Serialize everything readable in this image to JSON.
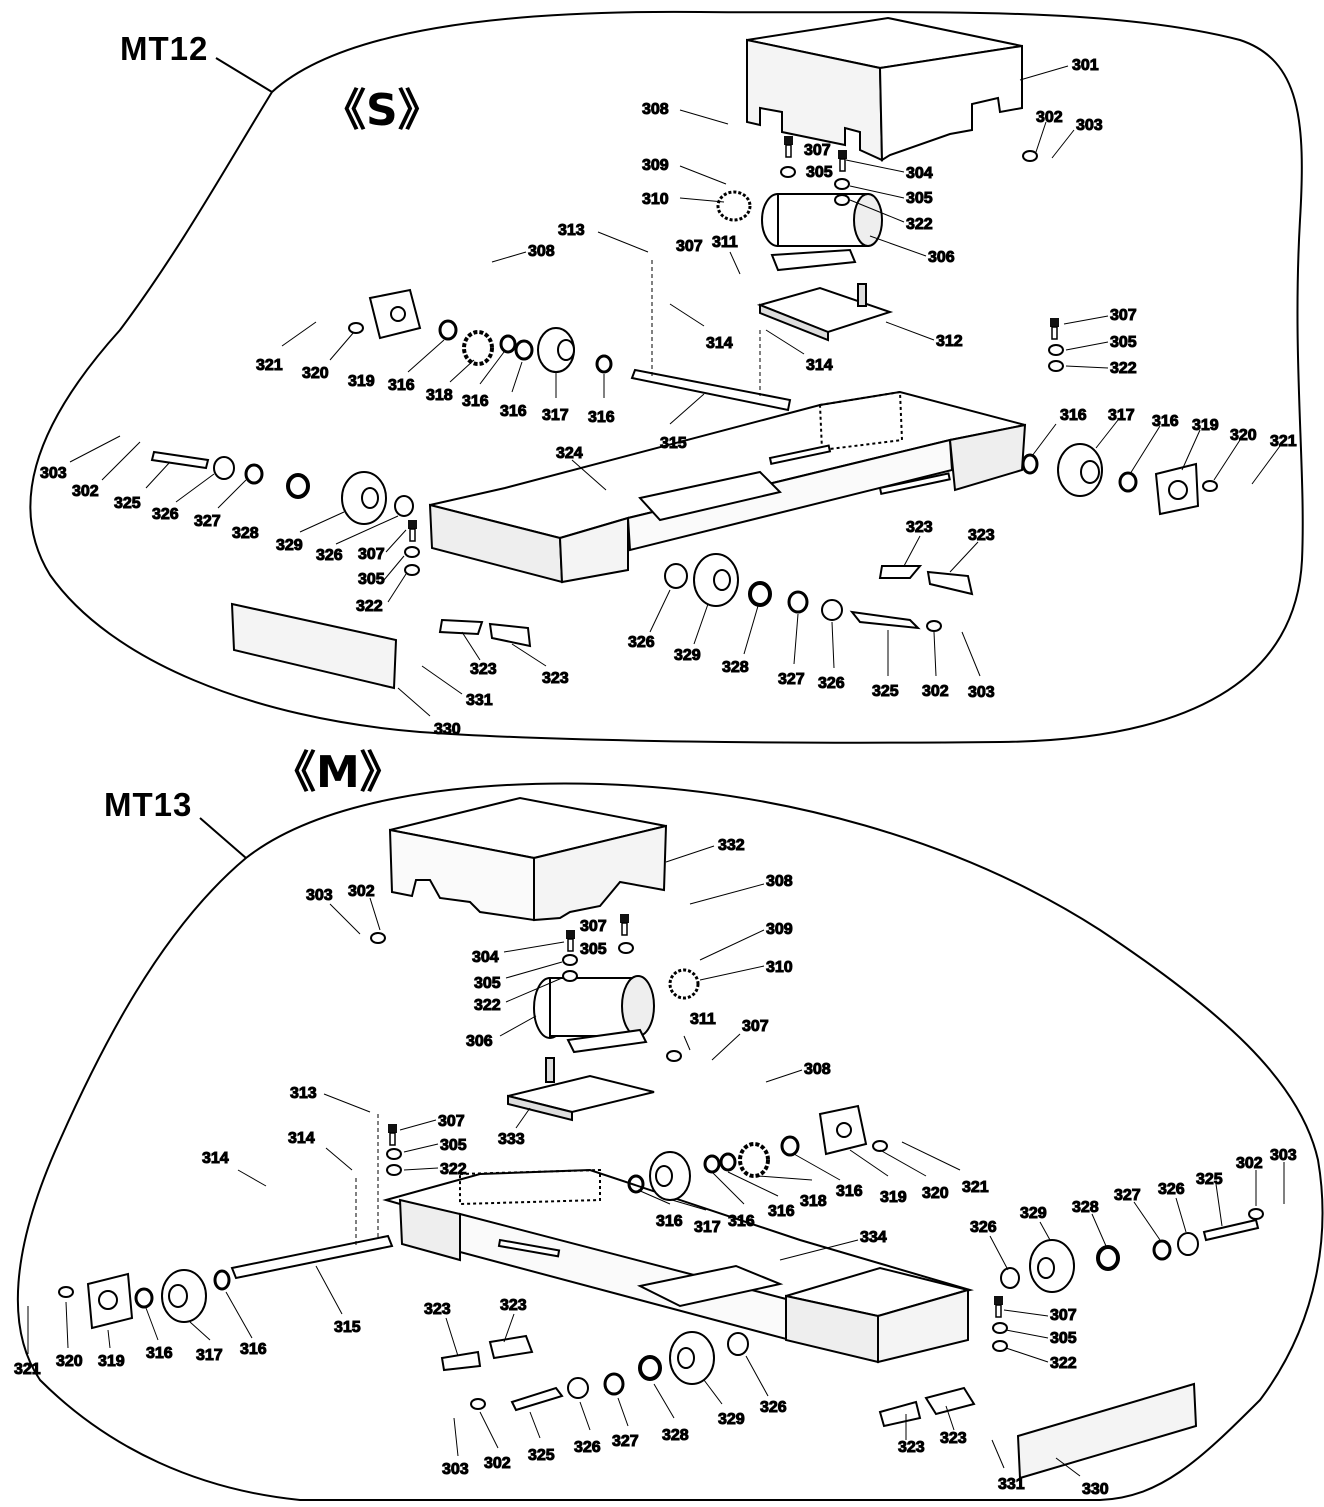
{
  "panels": [
    {
      "model": "MT12",
      "variant": "《S》",
      "callouts": [
        "301",
        "302",
        "303",
        "307",
        "304",
        "305",
        "305",
        "322",
        "306",
        "308",
        "309",
        "310",
        "313",
        "308",
        "307",
        "311",
        "312",
        "307",
        "305",
        "322",
        "321",
        "320",
        "319",
        "316",
        "318",
        "316",
        "316",
        "317",
        "316",
        "314",
        "314",
        "315",
        "324",
        "303",
        "302",
        "325",
        "326",
        "327",
        "328",
        "329",
        "326",
        "307",
        "305",
        "322",
        "316",
        "317",
        "316",
        "319",
        "320",
        "321",
        "323",
        "323",
        "326",
        "329",
        "328",
        "327",
        "326",
        "325",
        "302",
        "303",
        "330",
        "331",
        "323",
        "323"
      ]
    },
    {
      "model": "MT13",
      "variant": "《M》",
      "callouts": [
        "332",
        "303",
        "302",
        "308",
        "307",
        "305",
        "304",
        "309",
        "310",
        "305",
        "322",
        "306",
        "311",
        "307",
        "308",
        "333",
        "313",
        "307",
        "305",
        "322",
        "314",
        "314",
        "321",
        "320",
        "319",
        "318",
        "316",
        "316",
        "317",
        "316",
        "316",
        "315",
        "334",
        "302",
        "303",
        "321",
        "320",
        "319",
        "316",
        "317",
        "316",
        "326",
        "329",
        "328",
        "327",
        "326",
        "325",
        "307",
        "305",
        "322",
        "323",
        "323",
        "326",
        "329",
        "328",
        "327",
        "326",
        "325",
        "302",
        "303",
        "323",
        "323",
        "331",
        "330"
      ]
    }
  ]
}
